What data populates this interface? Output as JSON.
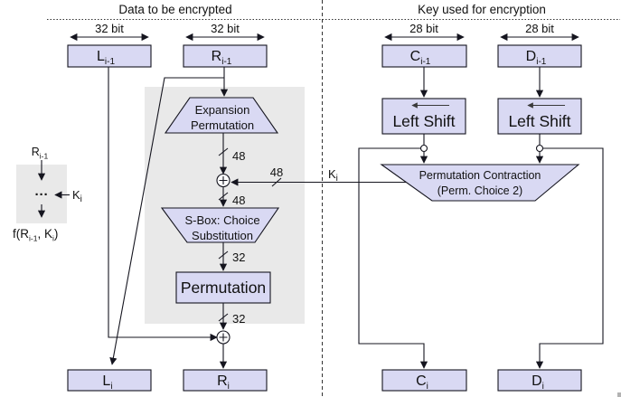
{
  "diagram": {
    "headers": {
      "left": "Data to be encrypted",
      "right": "Key used for encryption"
    },
    "bit_labels": {
      "data": "32 bit",
      "key": "28 bit"
    },
    "boxes": {
      "l_prev": {
        "main": "L",
        "sub": "i-1"
      },
      "r_prev": {
        "main": "R",
        "sub": "i-1"
      },
      "c_prev": {
        "main": "C",
        "sub": "i-1"
      },
      "d_prev": {
        "main": "D",
        "sub": "i-1"
      },
      "l_next": {
        "main": "L",
        "sub": "i"
      },
      "r_next": {
        "main": "R",
        "sub": "i"
      },
      "c_next": {
        "main": "C",
        "sub": "i"
      },
      "d_next": {
        "main": "D",
        "sub": "i"
      },
      "left_shift_1": "Left Shift",
      "left_shift_2": "Left Shift",
      "permutation": "Permutation"
    },
    "trapezoids": {
      "expansion": {
        "line1": "Expansion",
        "line2": "Permutation"
      },
      "sbox": {
        "line1": "S-Box: Choice",
        "line2": "Substitution"
      },
      "perm_contraction": {
        "line1": "Permutation Contraction",
        "line2": "(Perm. Choice 2)"
      }
    },
    "wire_labels": {
      "w48": "48",
      "w32": "32",
      "key": {
        "main": "K",
        "sub": "i"
      },
      "xor": "+"
    },
    "mini": {
      "top": {
        "main": "R",
        "sub": "i-1"
      },
      "dots": "···",
      "key": {
        "main": "K",
        "sub": "i"
      },
      "output": {
        "p1": "f(R",
        "s1": "i-1",
        "p2": ", K",
        "s2": "i",
        "p3": ")"
      }
    },
    "colors": {
      "box_fill": "#d9d9f3",
      "gray_fill": "#e9e9e9",
      "line": "#15151f"
    }
  }
}
